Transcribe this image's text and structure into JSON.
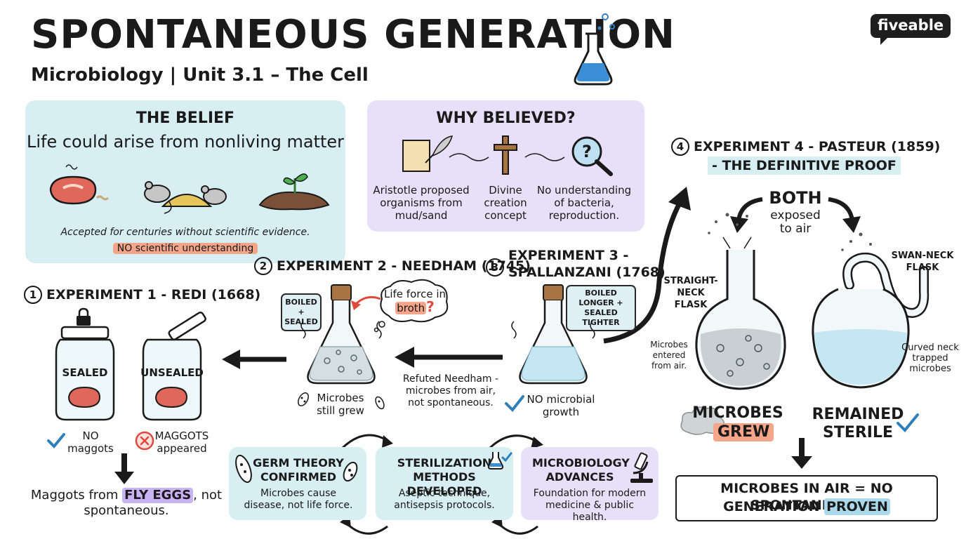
{
  "header": {
    "title": "SPONTANEOUS GENERATION",
    "subtitle": "Microbiology | Unit 3.1 – The Cell",
    "logo": "fiveable"
  },
  "belief": {
    "heading": "THE BELIEF",
    "statement": "Life could arise from nonliving matter",
    "note": "Accepted for centuries without scientific evidence.",
    "highlight": "NO scientific understanding"
  },
  "why": {
    "heading": "WHY BELIEVED?",
    "items": [
      {
        "text": "Aristotle proposed organisms from mud/sand",
        "icon": "scroll-quill-icon"
      },
      {
        "text": "Divine creation concept",
        "icon": "cross-icon"
      },
      {
        "text": "No understanding of bacteria, reproduction.",
        "icon": "magnifier-icon"
      }
    ]
  },
  "exp1": {
    "number": "1",
    "label": "EXPERIMENT 1 - REDI (1668)",
    "jar_sealed": "SEALED",
    "jar_unsealed": "UNSEALED",
    "result_sealed": "NO maggots",
    "result_unsealed": "MAGGOTS appeared",
    "conclusion_pre": "Maggots from ",
    "conclusion_hl": "FLY EGGS",
    "conclusion_post": ", not spontaneous."
  },
  "exp2": {
    "number": "2",
    "label": "EXPERIMENT 2 - NEEDHAM (1745)",
    "callout": "BOILED + SEALED",
    "thought_pre": "Life force in ",
    "thought_hl": "broth",
    "thought_q": "?",
    "result": "Microbes still grew"
  },
  "exp3": {
    "number": "3",
    "label_line1": "EXPERIMENT 3 -",
    "label_line2": "SPALLANZANI (1768)",
    "callout": "BOILED LONGER + SEALED TIGHTER",
    "refute": "Refuted Needham - microbes from air, not spontaneous.",
    "result": "NO microbial growth"
  },
  "exp4": {
    "number": "4",
    "label": "EXPERIMENT 4 - PASTEUR (1859)",
    "sublabel": "- THE DEFINITIVE PROOF",
    "both": "BOTH",
    "exposed": "exposed to air",
    "straight": "STRAIGHT-NECK FLASK",
    "swan": "SWAN-NECK FLASK",
    "microbes_entered": "Microbes entered from air.",
    "curved_neck": "Curved neck trapped microbes",
    "grew_line1": "MICROBES",
    "grew_line2": "GREW",
    "sterile_line1": "REMAINED",
    "sterile_line2": "STERILE",
    "final_line1": "MICROBES IN AIR = NO SPONTANEOUS",
    "final_line2_pre": "GENERATION ",
    "final_line2_hl": "PROVEN"
  },
  "outcomes": [
    {
      "heading": "GERM THEORY CONFIRMED",
      "text": "Microbes cause disease, not life force."
    },
    {
      "heading": "STERILIZATION METHODS DEVELOPED",
      "text": "Aseptic technique, antisepsis protocols."
    },
    {
      "heading": "MICROBIOLOGY ADVANCES",
      "text": "Foundation for modern medicine & public health."
    }
  ],
  "colors": {
    "blue_panel": "#d7eef2",
    "purple_panel": "#e8e0f8",
    "salmon": "#f4a58a",
    "violet_hl": "#c9b3f5",
    "check_blue": "#2f7fb8",
    "x_red": "#e0483c"
  }
}
